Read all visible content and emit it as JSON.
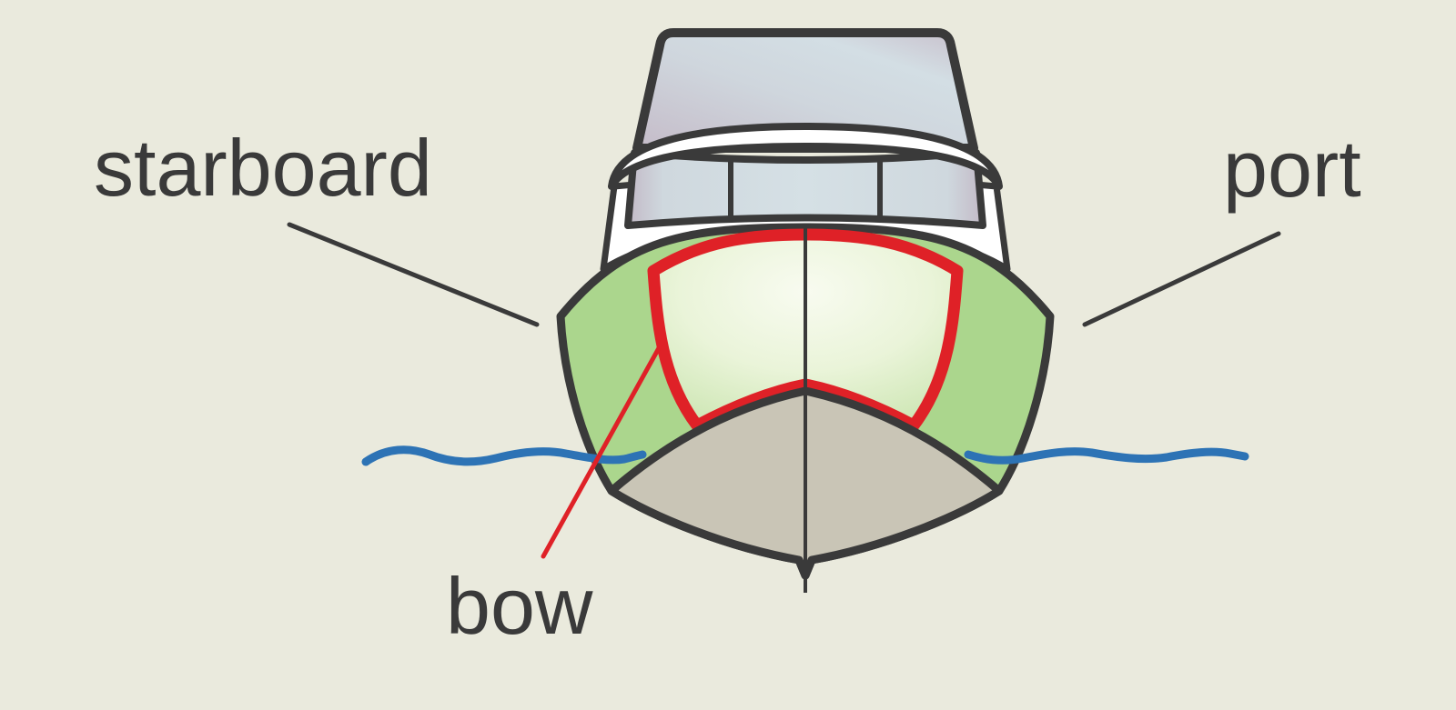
{
  "diagram": {
    "title": "boat bow view orientation diagram",
    "labels": {
      "starboard": "starboard",
      "port": "port",
      "bow": "bow"
    },
    "colors": {
      "background": "#eaeadd",
      "outline": "#3a3a3a",
      "label_text": "#3a3a3a",
      "hull_green": "#abd68d",
      "bow_inner_light": "#f1f7e3",
      "red": "#df2127",
      "underwater_gray": "#c9c5b6",
      "water_blue": "#2d73b5",
      "white": "#ffffff",
      "window_glass": "#d2dde2",
      "flybridge_glass": "#c5bcc9"
    }
  }
}
